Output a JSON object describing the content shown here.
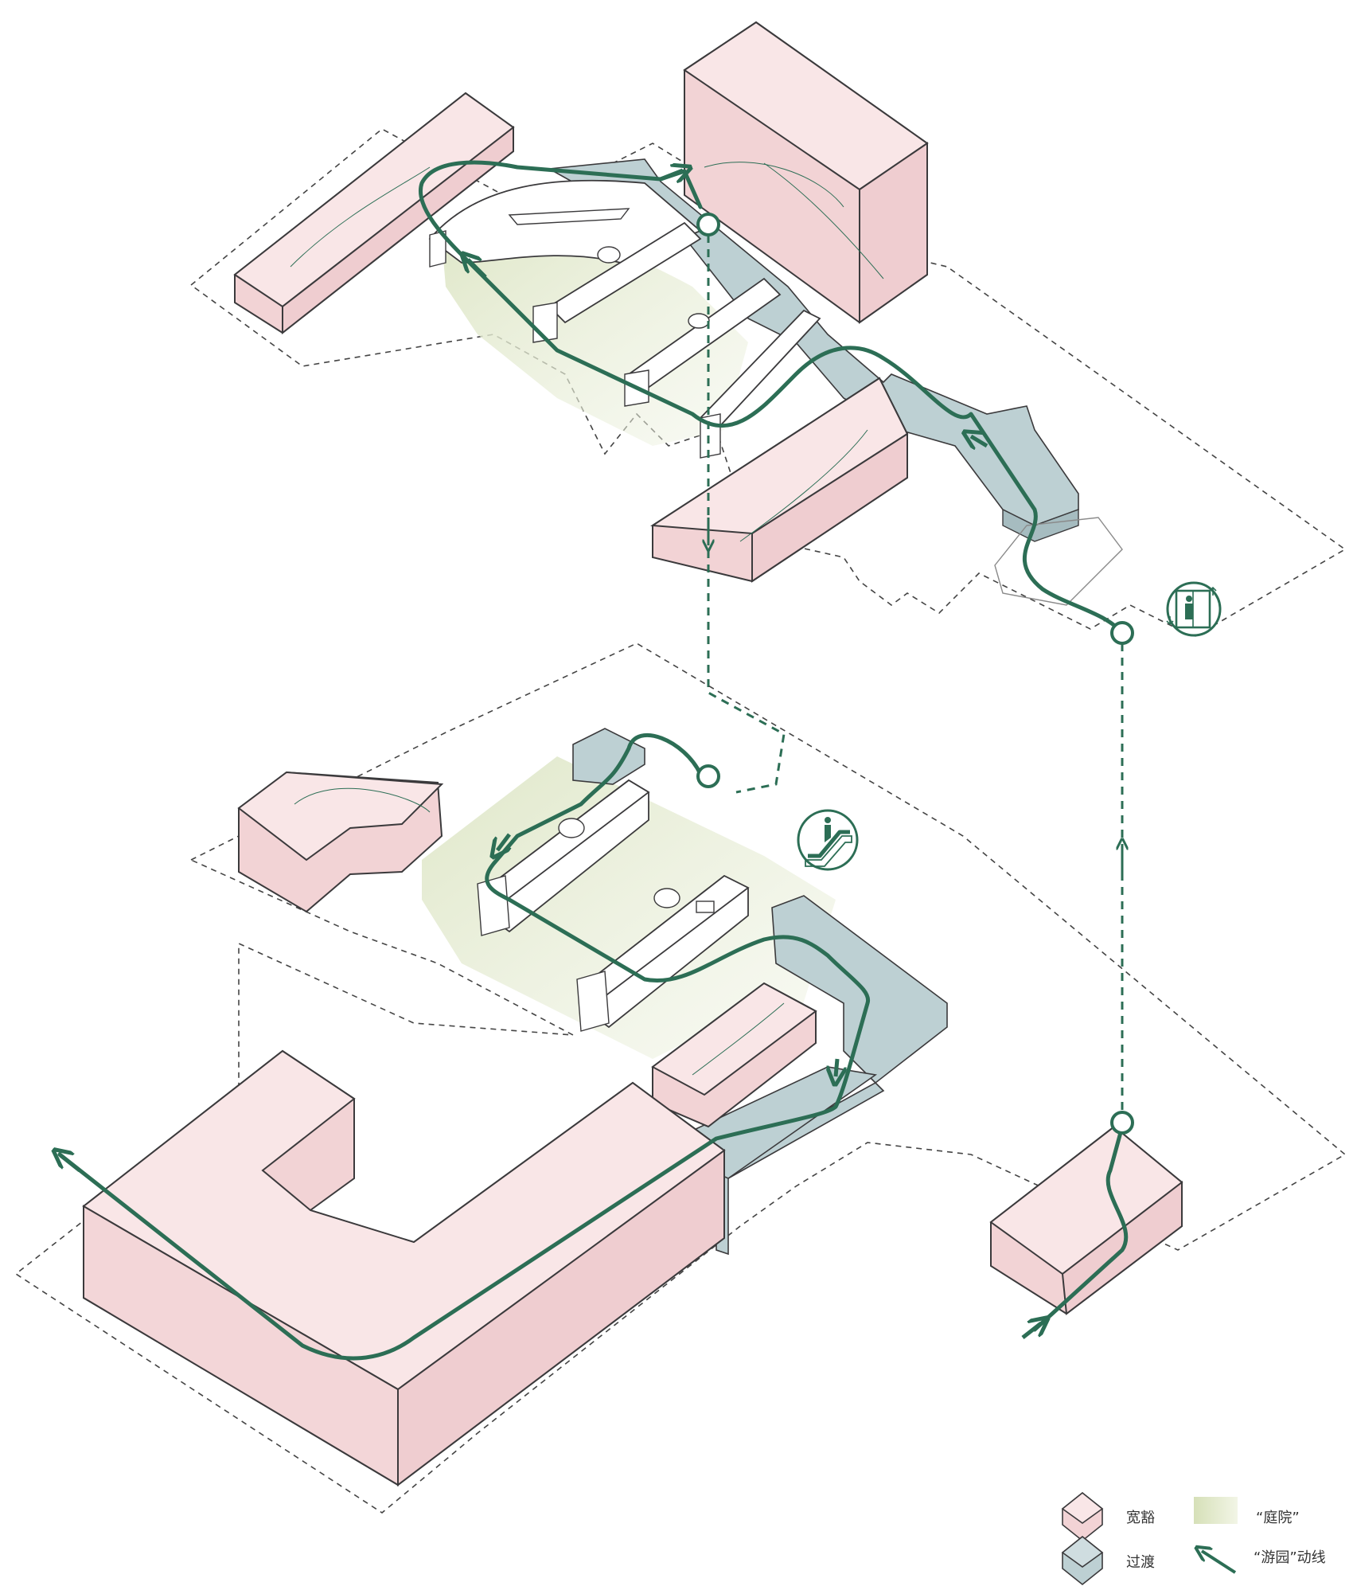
{
  "colors": {
    "pink_fill": "#f7dfe0",
    "blue_fill": "#bdd0d3",
    "green_fill": "#e3ead0",
    "route": "#2c6e55",
    "outline": "#3b3a3c",
    "dashed": "#444444"
  },
  "legend": {
    "pink_label": "宽豁",
    "green_label": "“庭院”",
    "blue_label": "过渡",
    "route_label": "“游园”动线"
  },
  "icons": {
    "elevator": "elevator-icon",
    "escalator": "escalator-icon"
  }
}
